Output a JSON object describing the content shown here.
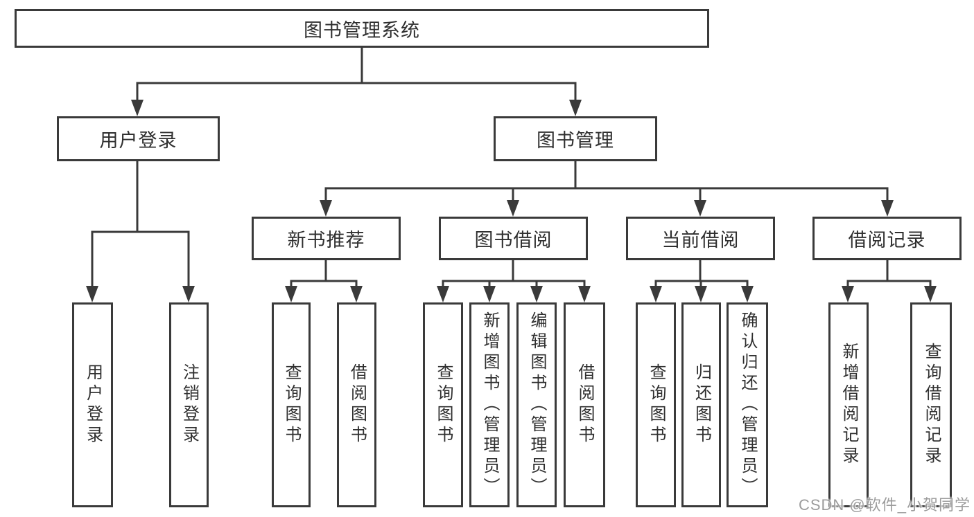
{
  "diagram_title": "图书管理系统",
  "tree": {
    "label": "图书管理系统",
    "children": [
      {
        "label": "用户登录",
        "children": [
          {
            "label": "用户登录"
          },
          {
            "label": "注销登录"
          }
        ]
      },
      {
        "label": "图书管理",
        "children": [
          {
            "label": "新书推荐",
            "children": [
              {
                "label": "查询图书"
              },
              {
                "label": "借阅图书"
              }
            ]
          },
          {
            "label": "图书借阅",
            "children": [
              {
                "label": "查询图书"
              },
              {
                "label": "新增图书（管理员）"
              },
              {
                "label": "编辑图书（管理员）"
              },
              {
                "label": "借阅图书"
              }
            ]
          },
          {
            "label": "当前借阅",
            "children": [
              {
                "label": "查询图书"
              },
              {
                "label": "归还图书"
              },
              {
                "label": "确认归还（管理员）"
              }
            ]
          },
          {
            "label": "借阅记录",
            "children": [
              {
                "label": "新增借阅记录"
              },
              {
                "label": "查询借阅记录"
              }
            ]
          }
        ]
      }
    ]
  },
  "watermark": {
    "text": "CSDN @软件_小贺同学"
  },
  "colors": {
    "line": "#3a3a3a",
    "text": "#2f2f2f",
    "watermark": "#9c9c9c",
    "background": "#ffffff"
  }
}
